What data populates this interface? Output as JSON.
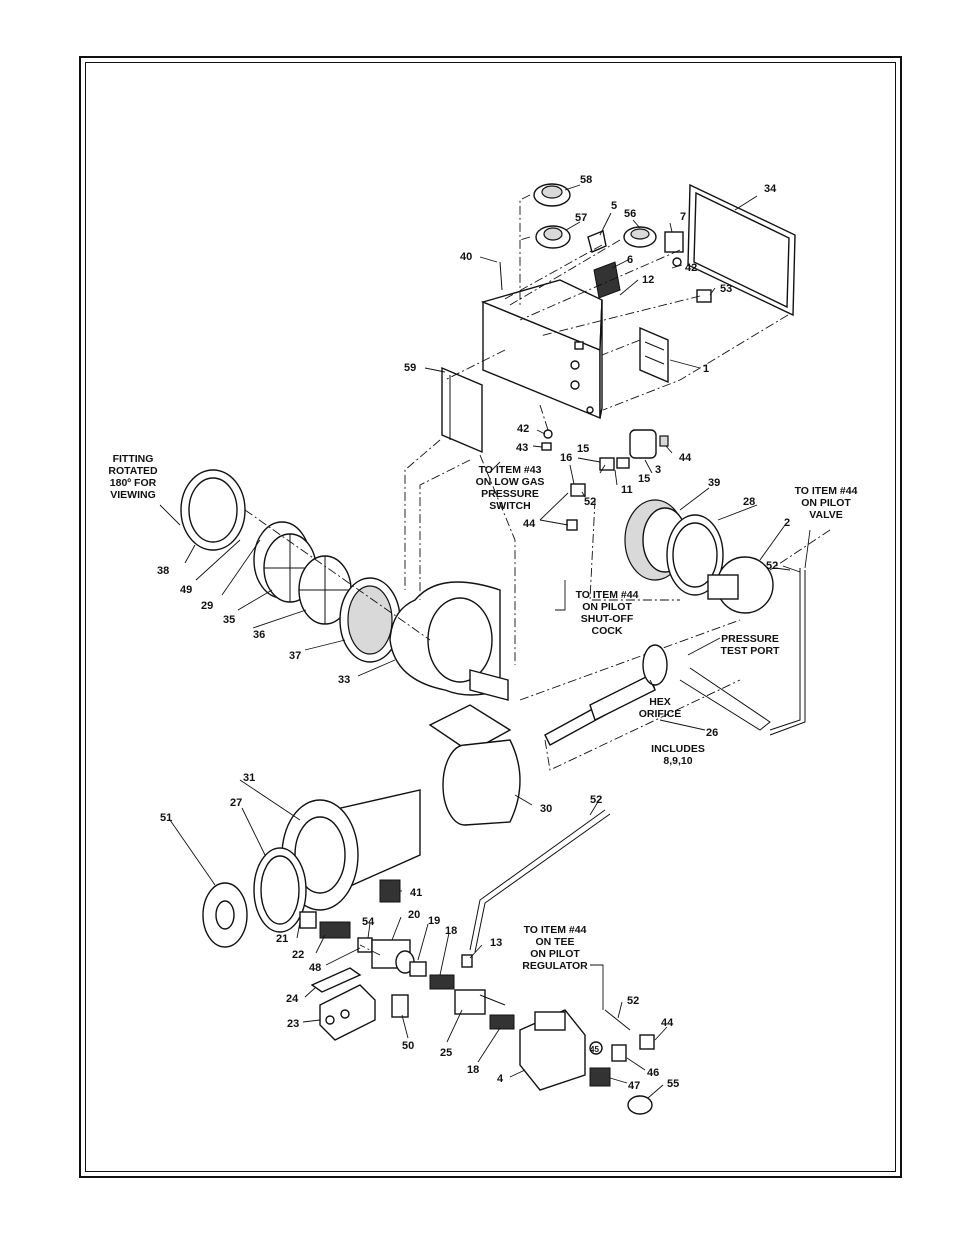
{
  "callouts": {
    "c1": "1",
    "c2": "2",
    "c3": "3",
    "c4": "4",
    "c5": "5",
    "c6": "6",
    "c7": "7",
    "c11": "11",
    "c12": "12",
    "c13": "13",
    "c15a": "15",
    "c15b": "15",
    "c16": "16",
    "c18a": "18",
    "c18b": "18",
    "c19": "19",
    "c20": "20",
    "c21": "21",
    "c22": "22",
    "c23": "23",
    "c24": "24",
    "c25": "25",
    "c26": "26",
    "c27": "27",
    "c28": "28",
    "c29": "29",
    "c30": "30",
    "c31": "31",
    "c33": "33",
    "c34": "34",
    "c35": "35",
    "c36": "36",
    "c37": "37",
    "c38": "38",
    "c39": "39",
    "c40": "40",
    "c41": "41",
    "c42a": "42",
    "c42b": "42",
    "c43": "43",
    "c44a": "44",
    "c44b": "44",
    "c44c": "44",
    "c45": "45",
    "c46": "46",
    "c47": "47",
    "c48": "48",
    "c49": "49",
    "c50": "50",
    "c51": "51",
    "c52a": "52",
    "c52b": "52",
    "c52c": "52",
    "c52d": "52",
    "c53": "53",
    "c54": "54",
    "c55": "55",
    "c56": "56",
    "c57": "57",
    "c58": "58",
    "c59": "59"
  },
  "notes": {
    "fitting": [
      "FITTING",
      "ROTATED",
      "180º FOR",
      "VIEWING"
    ],
    "low_gas": [
      "TO ITEM #43",
      "ON LOW GAS",
      "PRESSURE",
      "SWITCH"
    ],
    "pilot_valve": [
      "TO ITEM #44",
      "ON PILOT",
      "VALVE"
    ],
    "pilot_shutoff": [
      "TO ITEM #44",
      "ON PILOT",
      "SHUT-OFF",
      "COCK"
    ],
    "pressure_port": [
      "PRESSURE",
      "TEST PORT"
    ],
    "hex_orifice": [
      "HEX",
      "ORIFICE"
    ],
    "includes": [
      "INCLUDES",
      "8,9,10"
    ],
    "pilot_regulator": [
      "TO ITEM #44",
      "ON TEE",
      "ON PILOT",
      "REGULATOR"
    ]
  }
}
